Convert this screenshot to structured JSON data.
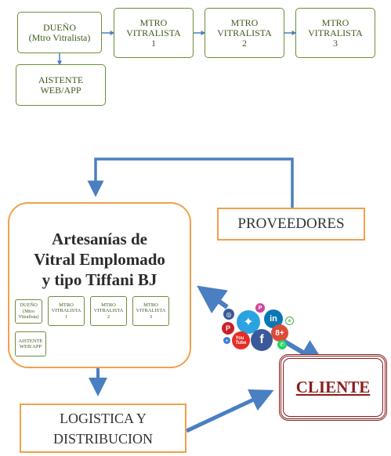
{
  "org_chart": {
    "owner": [
      "DUEÑO",
      "(Mtro Vitralista)"
    ],
    "masters": [
      [
        "MTRO",
        "VITRALISTA",
        "1"
      ],
      [
        "MTRO",
        "VITRALISTA",
        "2"
      ],
      [
        "MTRO",
        "VITRALISTA",
        "3"
      ]
    ],
    "assistant": [
      "AISTENTE",
      "WEB/APP"
    ]
  },
  "main": {
    "title_lines": [
      "Artesanías de",
      "Vitral Emplomado",
      "y tipo Tiffani  BJ"
    ]
  },
  "proveedores": "PROVEEDORES",
  "logistica": [
    "LOGISTICA  Y",
    "DISTRIBUCION"
  ],
  "cliente": "CLIENTE",
  "social_icons": [
    "instagram-icon",
    "twitter-icon",
    "linkedin-icon",
    "pinterest-icon",
    "youtube-icon",
    "facebook-icon",
    "google-plus-icon",
    "whatsapp-icon",
    "picasa-icon"
  ],
  "colors": {
    "org_border": "#6b8e3b",
    "org_text": "#3d5a1e",
    "orange_border": "#f0a04b",
    "arrow": "#4a7fc1",
    "cliente": "#8a1c1c"
  }
}
